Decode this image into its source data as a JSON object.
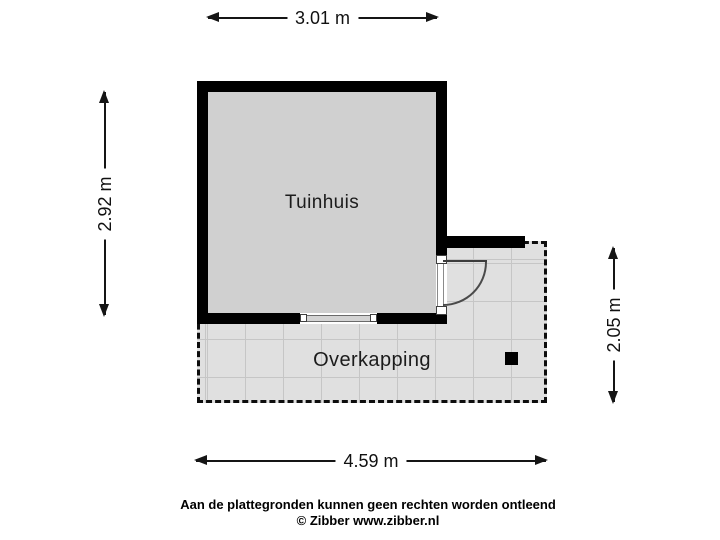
{
  "rooms": {
    "tuinhuis": {
      "label": "Tuinhuis"
    },
    "overkapping": {
      "label": "Overkapping"
    }
  },
  "dimensions": {
    "top": {
      "label": "3.01 m"
    },
    "left": {
      "label": "2.92 m"
    },
    "right": {
      "label": "2.05 m"
    },
    "bottom": {
      "label": "4.59 m"
    }
  },
  "footer": {
    "disclaimer": "Aan de plattegronden kunnen geen rechten worden ontleend",
    "copyright": "© Zibber www.zibber.nl"
  },
  "colors": {
    "background": "#ffffff",
    "wall": "#000000",
    "tuinhuis_floor": "#d0d0d0",
    "overkapping_floor": "#e0e0e0",
    "grid_line": "#c6c6c6",
    "dimension": "#151515"
  }
}
